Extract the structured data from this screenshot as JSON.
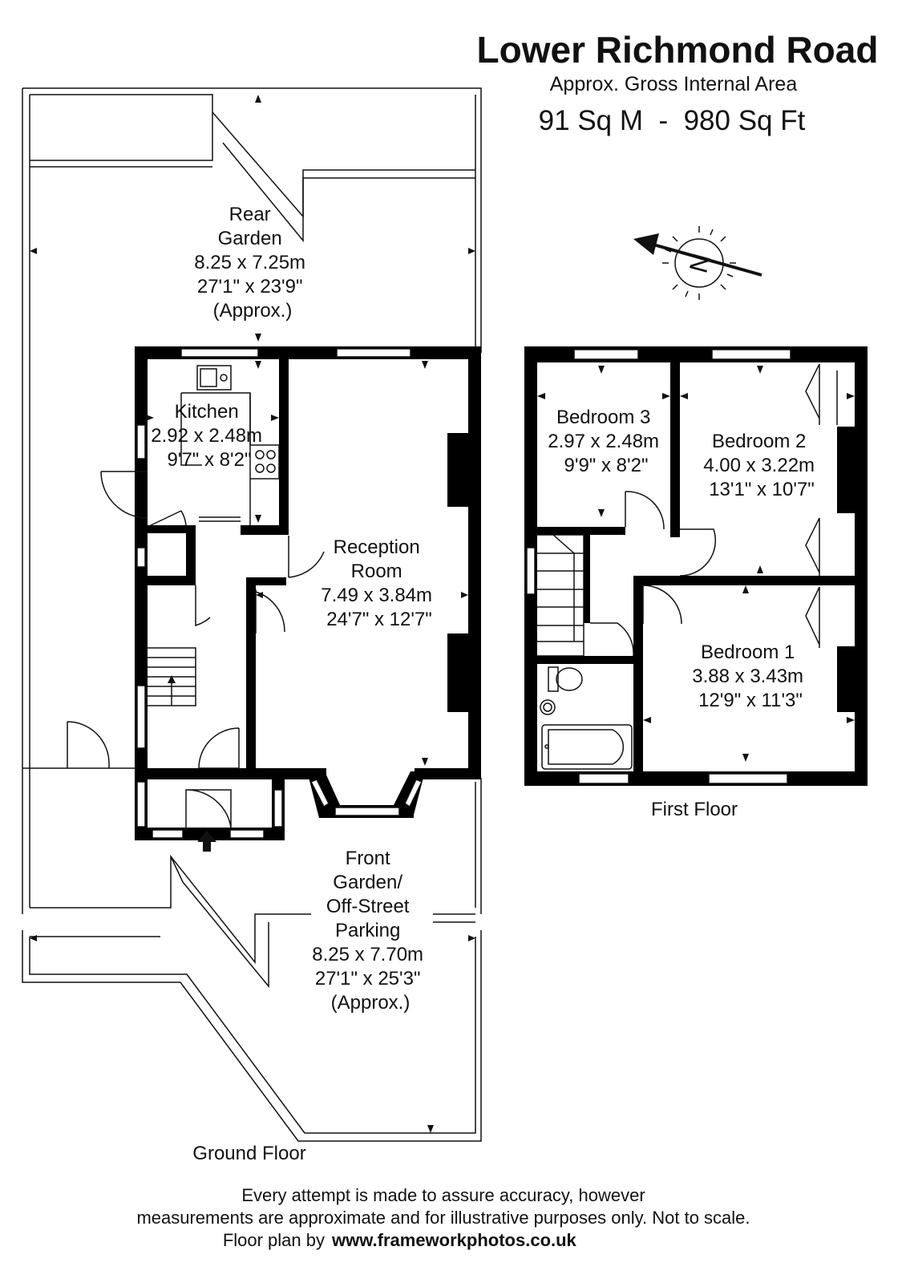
{
  "header": {
    "title": "Lower Richmond Road",
    "subtitle": "Approx. Gross Internal Area",
    "area": "91 Sq M  -  980 Sq Ft"
  },
  "ground_floor": {
    "label": "Ground Floor",
    "rear_garden": [
      "Rear",
      "Garden",
      "8.25 x 7.25m",
      "27'1\" x 23'9\"",
      "(Approx.)"
    ],
    "kitchen": [
      "Kitchen",
      "2.92 x 2.48m",
      "9'7\" x 8'2\""
    ],
    "reception": [
      "Reception",
      "Room",
      "7.49 x 3.84m",
      "24'7\" x 12'7\""
    ],
    "front_garden": [
      "Front",
      "Garden/",
      "Off-Street",
      "Parking",
      "8.25 x 7.70m",
      "27'1\" x 25'3\"",
      "(Approx.)"
    ]
  },
  "first_floor": {
    "label": "First Floor",
    "bedroom3": [
      "Bedroom 3",
      "2.97 x 2.48m",
      "9'9\" x 8'2\""
    ],
    "bedroom2": [
      "Bedroom 2",
      "4.00 x 3.22m",
      "13'1\" x 10'7\""
    ],
    "bedroom1": [
      "Bedroom 1",
      "3.88 x 3.43m",
      "12'9\" x 11'3\""
    ]
  },
  "compass": {
    "letter": "N"
  },
  "footer": {
    "line1": "Every attempt is made to assure accuracy, however",
    "line2": "measurements are approximate and for illustrative purposes only. Not to scale.",
    "line3_prefix": "Floor plan by",
    "line3_link": "www.frameworkphotos.co.uk"
  },
  "colors": {
    "wall": "#000000",
    "line": "#111111",
    "background": "#ffffff"
  }
}
